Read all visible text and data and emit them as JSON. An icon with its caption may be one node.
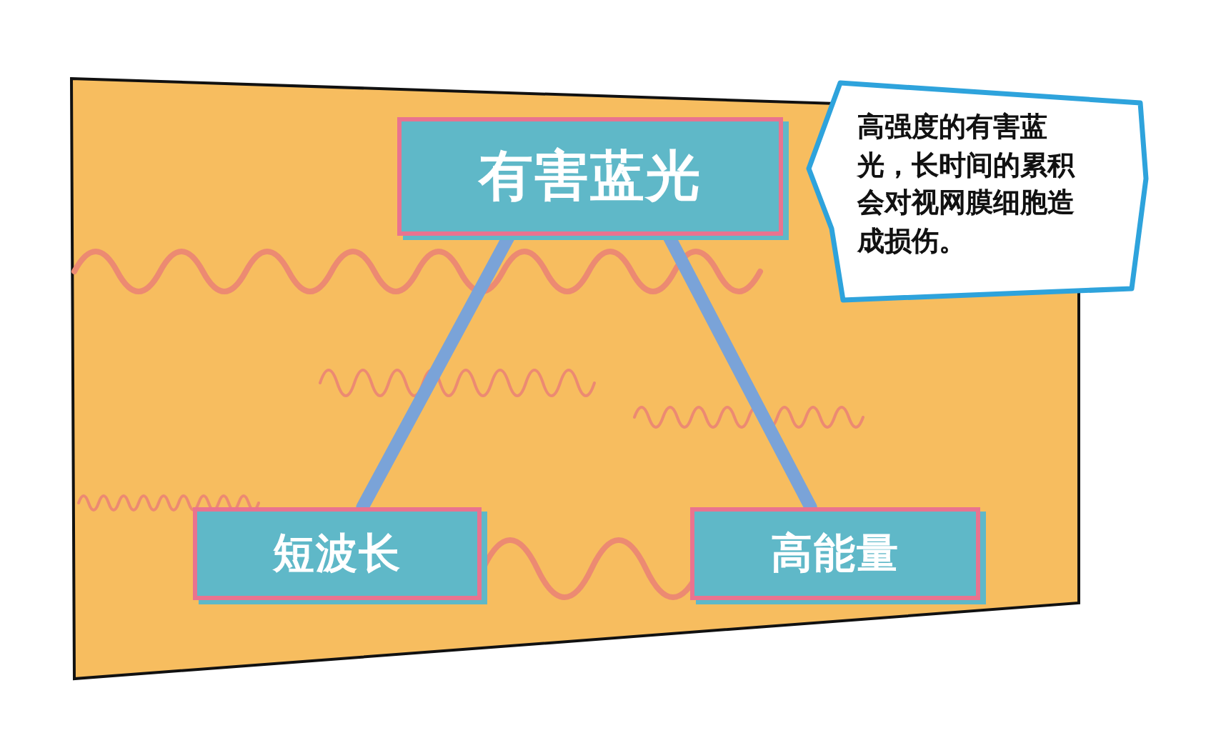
{
  "diagram": {
    "nodes": [
      {
        "text": [
          "有害蓝光"
        ]
      },
      {
        "text": [
          "短波长"
        ]
      },
      {
        "text": [
          "高能量"
        ]
      },
      {
        "text": [
          "高强度的有害蓝光，长时间的累积会对视网膜细胞造成损伤。"
        ]
      }
    ],
    "edges": [
      {
        "from": 0,
        "to": 1,
        "arrow": "none"
      },
      {
        "from": 0,
        "to": 2,
        "arrow": "none"
      }
    ]
  }
}
